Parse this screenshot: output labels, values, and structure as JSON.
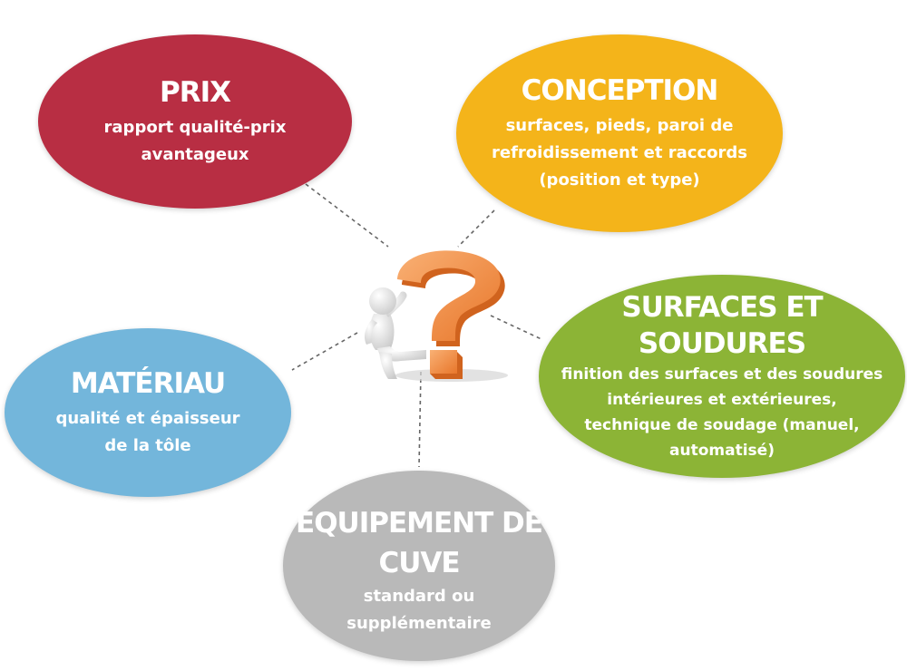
{
  "nodes": {
    "prix": {
      "title": "PRIX",
      "desc": "rapport qualité-prix\navantageux",
      "color": "#b82e43"
    },
    "conception": {
      "title": "CONCEPTION",
      "desc": "surfaces, pieds, paroi de\nrefroidissement et raccords\n(position et type)",
      "color": "#f4b41a"
    },
    "surfaces": {
      "title": "SURFACES ET\nSOUDURES",
      "desc": "finition des surfaces et des soudures\nintérieures et extérieures,\ntechnique de soudage (manuel,\nautomatisé)",
      "color": "#8cb436"
    },
    "materiau": {
      "title": "MATÉRIAU",
      "desc": "qualité et épaisseur\nde la tôle",
      "color": "#73b6db"
    },
    "equipement": {
      "title": "ÉQUIPEMENT DE\nCUVE",
      "desc": "standard ou\nsupplémentaire",
      "color": "#b9b9b9"
    }
  },
  "center_icon": "person-question-mark-icon",
  "connector_color": "#666666"
}
